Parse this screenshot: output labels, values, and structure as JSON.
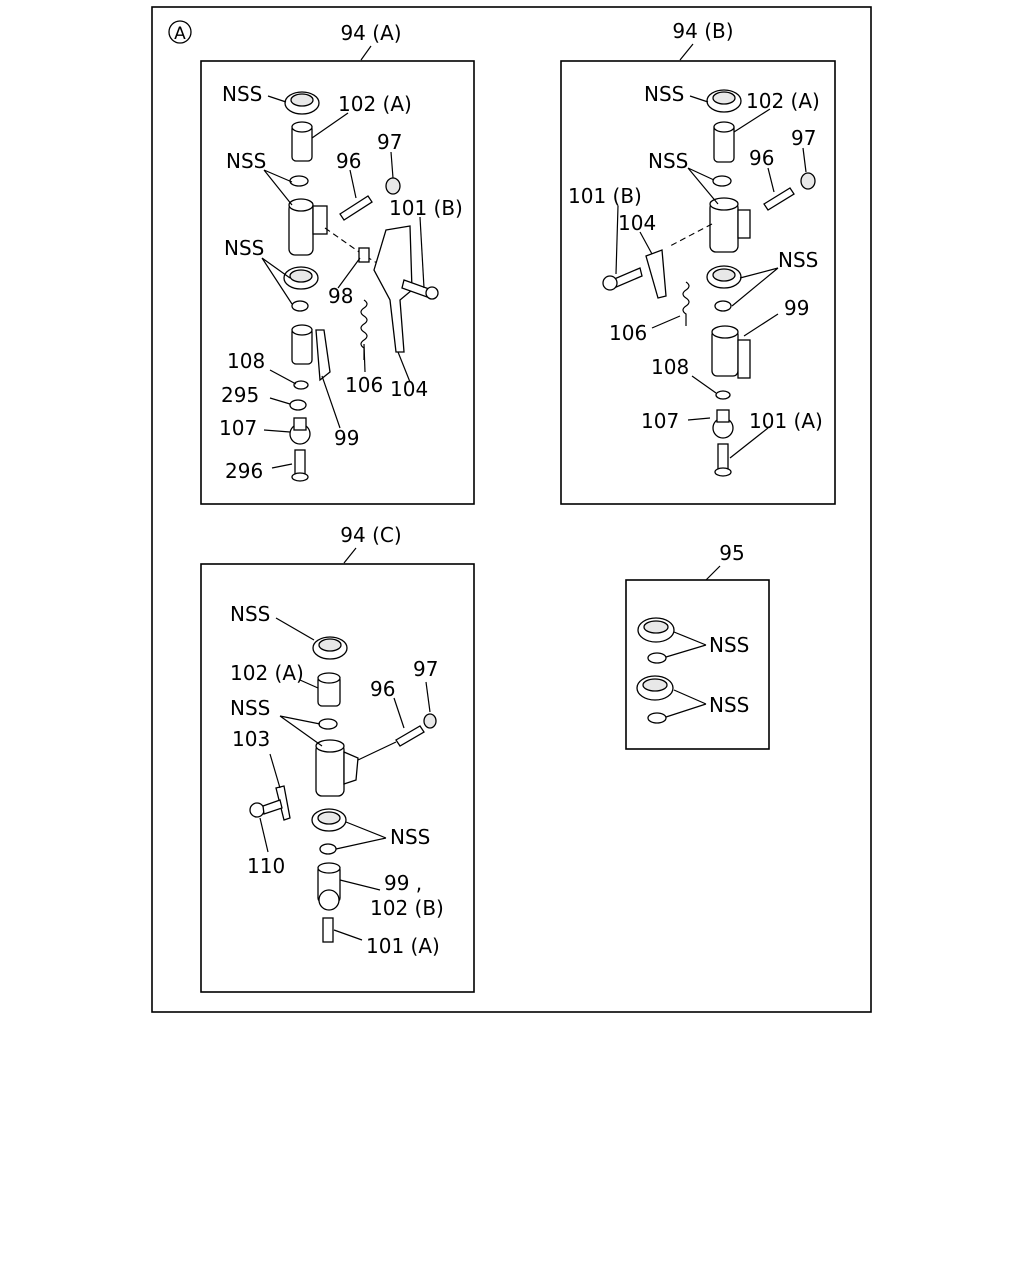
{
  "section_marker": "A",
  "panels": {
    "a": {
      "title": "94 (A)",
      "labels": {
        "nss_cap": "NSS",
        "p102a": "102 (A)",
        "p97": "97",
        "nss_washer": "NSS",
        "p96": "96",
        "p101b": "101 (B)",
        "nss_seal": "NSS",
        "p98": "98",
        "p108": "108",
        "p106": "106",
        "p104": "104",
        "p295": "295",
        "p107": "107",
        "p99": "99",
        "p296": "296"
      }
    },
    "b": {
      "title": "94 (B)",
      "labels": {
        "nss_cap": "NSS",
        "p102a": "102 (A)",
        "p97": "97",
        "nss_washer": "NSS",
        "p96": "96",
        "p101b": "101 (B)",
        "p104": "104",
        "nss_seal": "NSS",
        "p99": "99",
        "p106": "106",
        "p108": "108",
        "p107": "107",
        "p101a": "101 (A)"
      }
    },
    "c": {
      "title": "94 (C)",
      "labels": {
        "nss_cap": "NSS",
        "p102a": "102 (A)",
        "p97": "97",
        "p96": "96",
        "nss_washer": "NSS",
        "p103": "103",
        "nss_seal": "NSS",
        "p110": "110",
        "p99": "99 ,",
        "p102b": "102 (B)",
        "p101a": "101 (A)"
      }
    },
    "kit": {
      "title": "95",
      "labels": {
        "nss_1": "NSS",
        "nss_2": "NSS"
      }
    }
  }
}
